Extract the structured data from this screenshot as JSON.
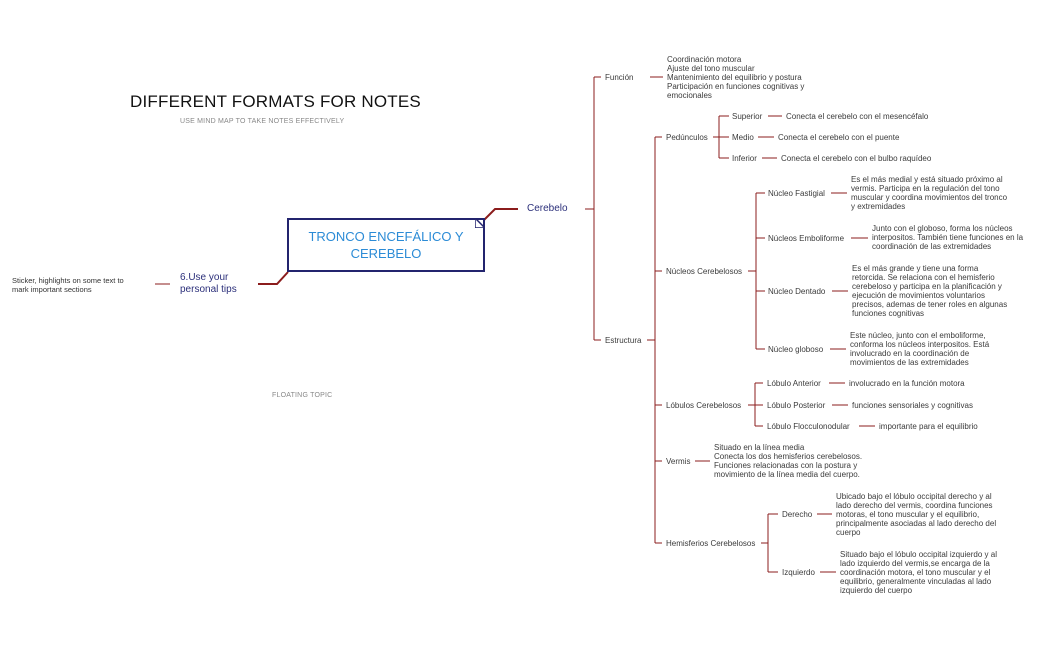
{
  "header": {
    "title": "DIFFERENT FORMATS FOR NOTES",
    "subtitle": "USE MIND MAP TO TAKE NOTES EFFECTIVELY",
    "floating_topic": "FLOATING TOPIC"
  },
  "central_topic": "TRONCO ENCEFÁLICO Y\nCEREBELO",
  "left_branch": {
    "label": "6.Use your\npersonal tips",
    "note": "Sticker, highlights on some text to\nmark important sections"
  },
  "colors": {
    "connector": "#8b1c1c",
    "central_border": "#23246e",
    "central_text": "#2b8bd6",
    "branch_text": "#2b2f7a"
  },
  "map": {
    "root": "Cerebelo",
    "funcion": {
      "label": "Función",
      "text": "Coordinación motora\nAjuste del tono muscular\nMantenimiento del equilibrio y postura\nParticipación en funciones cognitivas y\nemocionales"
    },
    "estructura": {
      "label": "Estructura",
      "pedunculos": {
        "label": "Pedúnculos",
        "superior": {
          "label": "Superior",
          "text": "Conecta el cerebelo con el mesencéfalo"
        },
        "medio": {
          "label": "Medio",
          "text": "Conecta el cerebelo con el puente"
        },
        "inferior": {
          "label": "Inferior",
          "text": "Conecta el cerebelo con el bulbo raquídeo"
        }
      },
      "nucleos": {
        "label": "Núcleos Cerebelosos",
        "fastigial": {
          "label": "Núcleo Fastigial",
          "text": "Es el más medial y está situado próximo al\nvermis. Participa en la regulación del tono\nmuscular y coordina movimientos del tronco\ny extremidades"
        },
        "emboliforme": {
          "label": "Núcleos Emboliforme",
          "text": "Junto con el globoso, forma los núcleos\ninterpositos. También tiene funciones en la\ncoordinación de las extremidades"
        },
        "dentado": {
          "label": "Núcleo Dentado",
          "text": "Es el más grande y tiene una forma\nretorcida. Se relaciona con el hemisferio\ncerebeloso y participa en la planificación y\nejecución de movimientos voluntarios\nprecisos, ademas de tener roles en algunas\nfunciones cognitivas"
        },
        "globoso": {
          "label": "Núcleo globoso",
          "text": "Este núcleo, junto con el emboliforme,\nconforma los núcleos interpositos. Está\ninvolucrado en la coordinación de\nmovimientos de las extremidades"
        }
      },
      "lobulos": {
        "label": "Lóbulos Cerebelosos",
        "anterior": {
          "label": "Lóbulo Anterior",
          "text": "involucrado en la función motora"
        },
        "posterior": {
          "label": "Lóbulo Posterior",
          "text": "funciones sensoriales y cognitivas"
        },
        "flocculo": {
          "label": "Lóbulo Flocculonodular",
          "text": "importante para el equilibrio"
        }
      },
      "vermis": {
        "label": "Vermis",
        "text": "Situado en la línea media\nConecta los dos hemisferios cerebelosos.\nFunciones relacionadas con la postura y\nmovimiento de la línea media del cuerpo."
      },
      "hemisferios": {
        "label": "Hemisferios Cerebelosos",
        "derecho": {
          "label": "Derecho",
          "text": "Ubicado bajo el lóbulo occipital derecho y al\nlado derecho del vermis, coordina funciones\nmotoras, el tono muscular y el equilibrio,\nprincipalmente asociadas al lado derecho del\ncuerpo"
        },
        "izquierdo": {
          "label": "Izquierdo",
          "text": "Situado bajo el lóbulo occipital izquierdo y al\nlado izquierdo del vermis,se encarga de la\ncoordinación motora, el tono muscular y el\nequilibrio, generalmente vinculadas al lado\nizquierdo del cuerpo"
        }
      }
    }
  }
}
